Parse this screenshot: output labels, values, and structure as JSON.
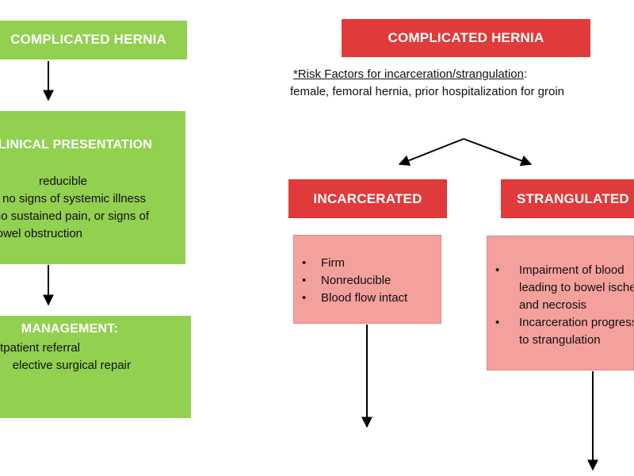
{
  "left": {
    "top_box": "COMPLICATED HERNIA",
    "presentation": {
      "title": "CLINICAL PRESENTATION",
      "lines": [
        "reducible",
        "no signs of systemic illness",
        "no sustained pain, or signs of",
        "bowel obstruction"
      ]
    },
    "management": {
      "title": "MANAGEMENT:",
      "lines": [
        "outpatient referral",
        "elective surgical repair"
      ]
    }
  },
  "right": {
    "top_box": "COMPLICATED HERNIA",
    "risk_label": "*Risk Factors for incarceration/strangulation",
    "risk_colon": ":",
    "risk_text": "female, femoral hernia, prior hospitalization for groin",
    "incarcerated": {
      "label": "INCARCERATED",
      "bullets": [
        "Firm",
        "Nonreducible",
        "Blood flow intact"
      ]
    },
    "strangulated": {
      "label": "STRANGULATED",
      "bullets": [
        "Impairment of blood",
        "leading to bowel ischemia",
        "and necrosis",
        "Incarceration progresses",
        "to strangulation"
      ]
    }
  },
  "colors": {
    "green": "#92d050",
    "red": "#e03a3a",
    "pink": "#f4a09c"
  }
}
